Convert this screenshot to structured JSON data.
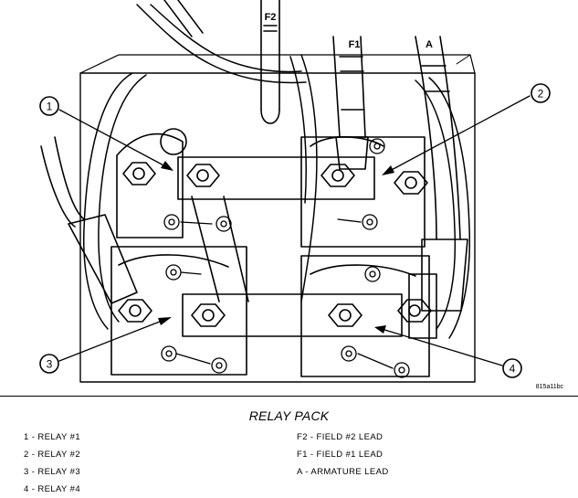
{
  "figure": {
    "caption": "RELAY PACK",
    "id_code": "815a11bc",
    "callouts": [
      "1",
      "2",
      "3",
      "4"
    ],
    "wire_labels": {
      "f2": "F2",
      "f1": "F1",
      "a": "A"
    }
  },
  "legend": {
    "left": [
      {
        "text": "1 - RELAY #1"
      },
      {
        "text": "2 - RELAY #2"
      },
      {
        "text": "3 - RELAY #3"
      },
      {
        "text": "4 - RELAY #4"
      }
    ],
    "right": [
      {
        "text": "F2 - FIELD #2 LEAD"
      },
      {
        "text": "F1 - FIELD #1 LEAD"
      },
      {
        "text": "A - ARMATURE LEAD"
      }
    ]
  }
}
